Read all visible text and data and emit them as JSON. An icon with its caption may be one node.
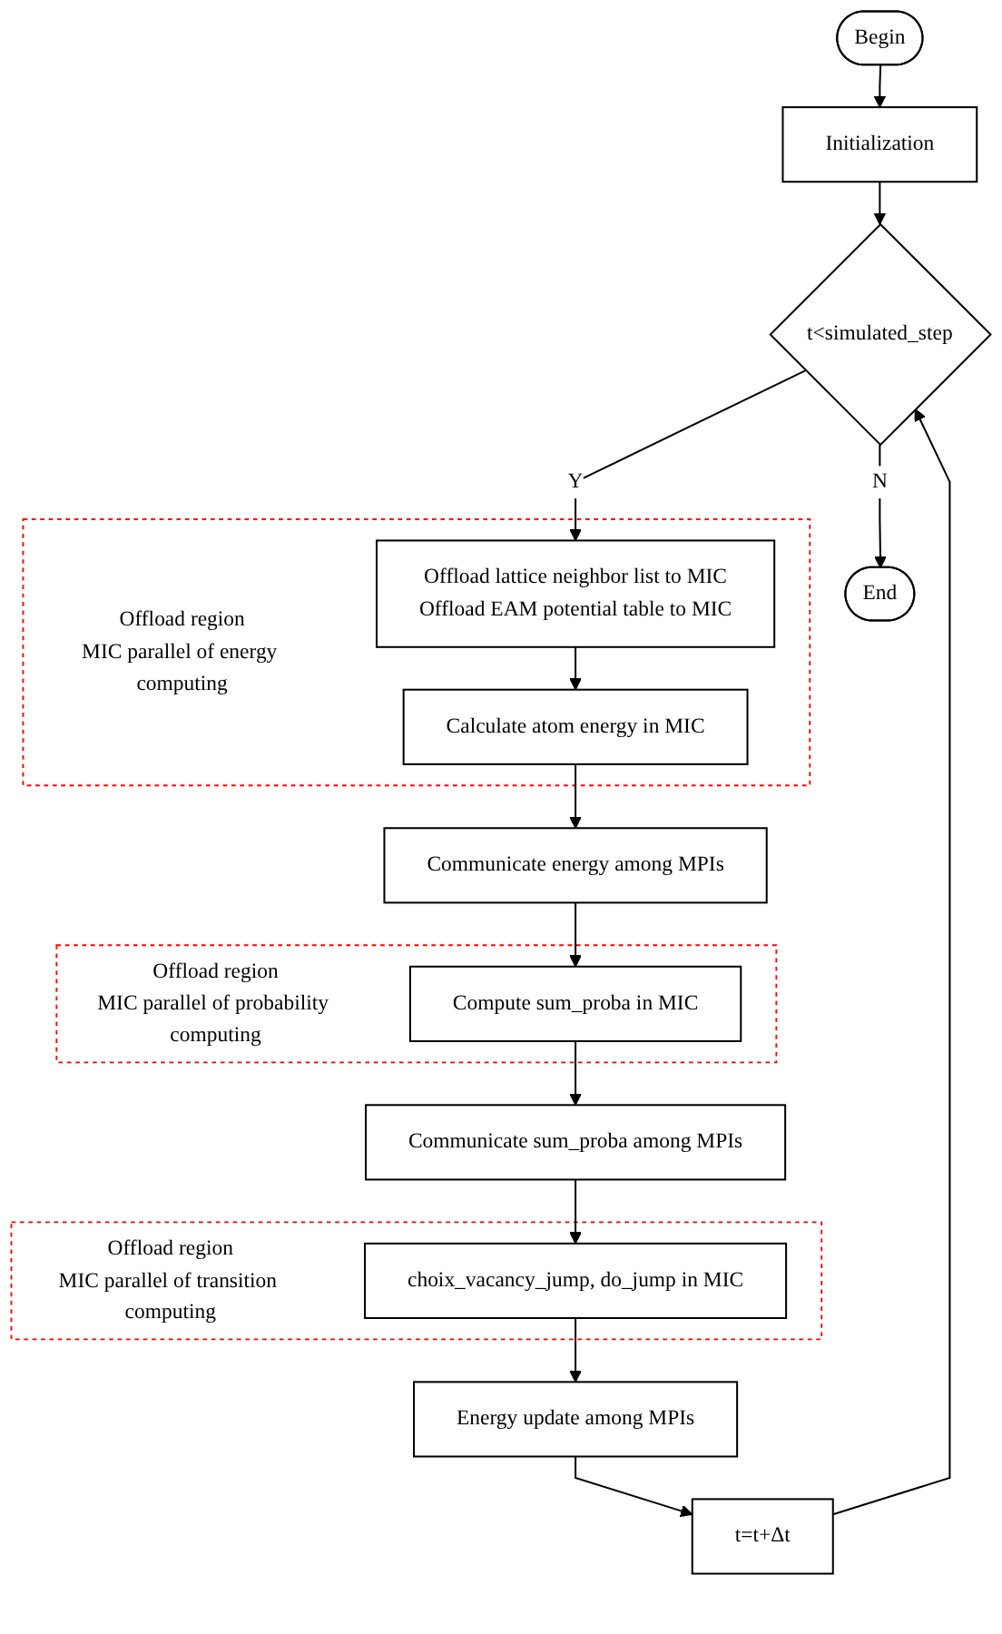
{
  "diagram": {
    "nodes": [
      {
        "text": [
          "Begin"
        ]
      },
      {
        "text": [
          "Initialization"
        ]
      },
      {
        "text": [
          "t<simulated_step"
        ]
      },
      {
        "text": [
          "Offload region",
          "MIC parallel of energy computing"
        ]
      },
      {
        "text": [
          "Offload lattice neighbor list to MIC",
          "Offload EAM potential table to MIC"
        ],
        "in": 3
      },
      {
        "text": [
          "Calculate atom energy in MIC"
        ],
        "in": 3
      },
      {
        "text": [
          "Communicate energy among MPIs"
        ]
      },
      {
        "text": [
          "Offload region",
          "MIC parallel of probability computing"
        ]
      },
      {
        "text": [
          "Compute sum_proba in MIC"
        ],
        "in": 7
      },
      {
        "text": [
          "Communicate sum_proba among MPIs"
        ]
      },
      {
        "text": [
          "Offload region",
          "MIC parallel of transition computing"
        ]
      },
      {
        "text": [
          "choix_vacancy_jump, do_jump in MIC"
        ],
        "in": 10
      },
      {
        "text": [
          "Energy update among MPIs"
        ]
      },
      {
        "text": [
          "t=t+Δt"
        ]
      },
      {
        "text": [
          "End"
        ]
      }
    ],
    "edges": [
      {
        "from": 0,
        "to": 1,
        "arrow": "to"
      },
      {
        "from": 1,
        "to": 2,
        "arrow": "to"
      },
      {
        "from": 2,
        "to": 4,
        "arrow": "to",
        "label": "Y"
      },
      {
        "from": 4,
        "to": 5,
        "arrow": "to"
      },
      {
        "from": 5,
        "to": 6,
        "arrow": "to"
      },
      {
        "from": 6,
        "to": 8,
        "arrow": "to"
      },
      {
        "from": 8,
        "to": 9,
        "arrow": "to"
      },
      {
        "from": 9,
        "to": 11,
        "arrow": "to"
      },
      {
        "from": 11,
        "to": 12,
        "arrow": "to"
      },
      {
        "from": 12,
        "to": 13,
        "arrow": "to"
      },
      {
        "from": 13,
        "to": 2,
        "arrow": "to"
      },
      {
        "from": 2,
        "to": 14,
        "arrow": "to",
        "label": "N"
      }
    ]
  }
}
